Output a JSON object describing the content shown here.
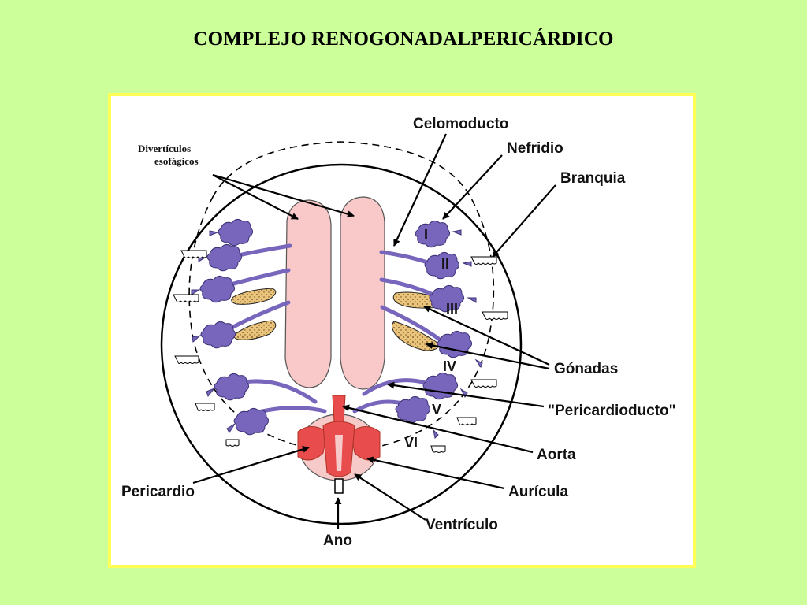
{
  "title": "COMPLEJO RENOGONADALPERICÁRDICO",
  "labels": {
    "diverticulos_line1": "Divertículos",
    "diverticulos_line2": "esofágicos",
    "celomoducto": "Celomoducto",
    "nefridio": "Nefridio",
    "branquia": "Branquia",
    "gonadas": "Gónadas",
    "pericardioducto": "\"Pericardioducto\"",
    "aorta": "Aorta",
    "auricula": "Aurícula",
    "pericardio": "Pericardio",
    "ventriculo": "Ventrículo",
    "ano": "Ano"
  },
  "segments": [
    "I",
    "II",
    "III",
    "IV",
    "V",
    "VI"
  ],
  "colors": {
    "background": "#ccff99",
    "frame_border": "#ffff55",
    "diverticulum": "#f9c8c8",
    "nephridium": "#7766bb",
    "gonad": "#e8c070",
    "heart": "#e84c4c",
    "pericardium": "#f7caca"
  }
}
